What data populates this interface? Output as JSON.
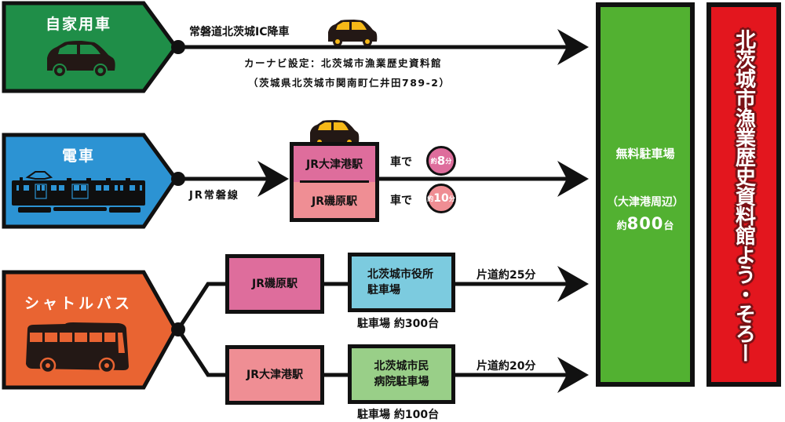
{
  "colors": {
    "car_tag": "#1f8e48",
    "train_tag": "#2c93d3",
    "bus_tag": "#e96432",
    "station_pink": "#de6d9c",
    "station_salmon": "#ef8e94",
    "city_hall_parking": "#7ccbdf",
    "hospital_parking": "#99cf88",
    "free_parking": "#52b131",
    "museum": "#e3161e",
    "car_window_yellow": "#f6b817"
  },
  "routes": {
    "car": {
      "title": "自家用車",
      "icon": "car-icon",
      "exit_label": "常磐道北茨城IC降車",
      "navi_label": "カーナビ設定：北茨城市漁業歴史資料館",
      "address_label": "（茨城県北茨城市関南町仁井田789-2）"
    },
    "train": {
      "title": "電車",
      "icon": "train-icon",
      "line_label": "JR常磐線",
      "stations": [
        {
          "name": "JR大津港駅",
          "by": "車で",
          "time_prefix": "約",
          "time_value": "8",
          "time_suffix": "分"
        },
        {
          "name": "JR磯原駅",
          "by": "車で",
          "time_prefix": "約",
          "time_value": "10",
          "time_suffix": "分"
        }
      ]
    },
    "bus": {
      "title": "シャトルバス",
      "icon": "bus-icon",
      "branches": [
        {
          "station": "JR磯原駅",
          "parking_line1": "北茨城市役所",
          "parking_line2": "駐車場",
          "capacity": "駐車場 約300台",
          "duration": "片道約25分"
        },
        {
          "station": "JR大津港駅",
          "parking_line1": "北茨城市民",
          "parking_line2": "病院駐車場",
          "capacity": "駐車場 約100台",
          "duration": "片道約20分"
        }
      ]
    }
  },
  "free_parking": {
    "title": "無料駐車場",
    "area": "（大津港周辺）",
    "capacity_prefix": "約",
    "capacity_value": "800",
    "capacity_suffix": "台"
  },
  "destination": {
    "name": "北茨城市漁業歴史資料館よう・そろー"
  }
}
